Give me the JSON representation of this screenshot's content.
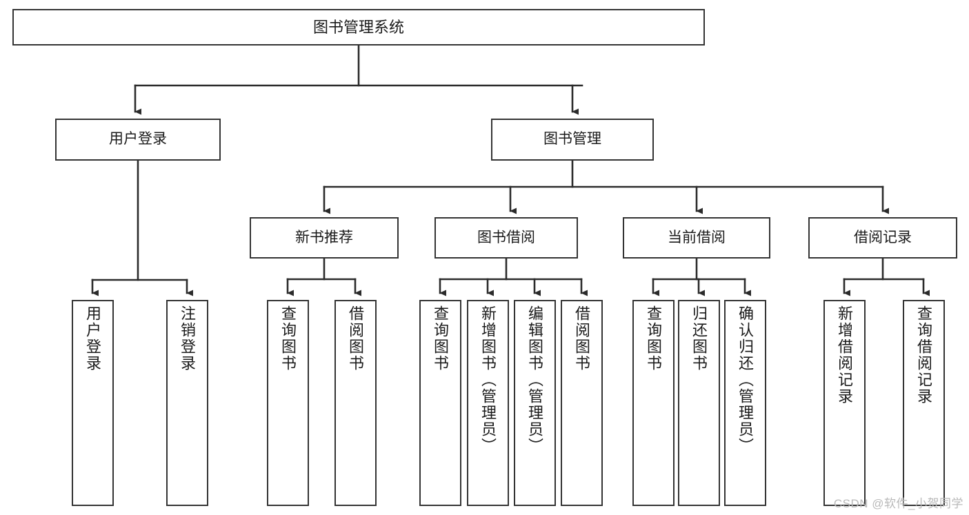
{
  "diagram": {
    "type": "hierarchy-tree",
    "title": "图书管理系统",
    "levels": 4,
    "nodes": {
      "root": {
        "label": "图书管理系统",
        "orientation": "horizontal"
      },
      "user_login": {
        "label": "用户登录",
        "orientation": "horizontal"
      },
      "book_manage": {
        "label": "图书管理",
        "orientation": "horizontal"
      },
      "new_book_rec": {
        "label": "新书推荐",
        "orientation": "horizontal"
      },
      "book_borrow": {
        "label": "图书借阅",
        "orientation": "horizontal"
      },
      "current_borrow": {
        "label": "当前借阅",
        "orientation": "horizontal"
      },
      "borrow_record": {
        "label": "借阅记录",
        "orientation": "horizontal"
      },
      "leaf_user_login": {
        "label": "用户登录",
        "orientation": "vertical"
      },
      "leaf_logout": {
        "label": "注销登录",
        "orientation": "vertical"
      },
      "leaf_query_book_1": {
        "label": "查询图书",
        "orientation": "vertical"
      },
      "leaf_borrow_book_1": {
        "label": "借阅图书",
        "orientation": "vertical"
      },
      "leaf_query_book_2": {
        "label": "查询图书",
        "orientation": "vertical"
      },
      "leaf_add_book": {
        "label": "新增图书（管理员）",
        "orientation": "vertical"
      },
      "leaf_edit_book": {
        "label": "编辑图书（管理员）",
        "orientation": "vertical"
      },
      "leaf_borrow_book_2": {
        "label": "借阅图书",
        "orientation": "vertical"
      },
      "leaf_query_book_3": {
        "label": "查询图书",
        "orientation": "vertical"
      },
      "leaf_return_book": {
        "label": "归还图书",
        "orientation": "vertical"
      },
      "leaf_confirm_return": {
        "label": "确认归还（管理员）",
        "orientation": "vertical"
      },
      "leaf_add_record": {
        "label": "新增借阅记录",
        "orientation": "vertical"
      },
      "leaf_query_record": {
        "label": "查询借阅记录",
        "orientation": "vertical"
      }
    },
    "edges": [
      {
        "from": "root",
        "to": "user_login"
      },
      {
        "from": "root",
        "to": "book_manage"
      },
      {
        "from": "user_login",
        "to": "leaf_user_login"
      },
      {
        "from": "user_login",
        "to": "leaf_logout"
      },
      {
        "from": "book_manage",
        "to": "new_book_rec"
      },
      {
        "from": "book_manage",
        "to": "book_borrow"
      },
      {
        "from": "book_manage",
        "to": "current_borrow"
      },
      {
        "from": "book_manage",
        "to": "borrow_record"
      },
      {
        "from": "new_book_rec",
        "to": "leaf_query_book_1"
      },
      {
        "from": "new_book_rec",
        "to": "leaf_borrow_book_1"
      },
      {
        "from": "book_borrow",
        "to": "leaf_query_book_2"
      },
      {
        "from": "book_borrow",
        "to": "leaf_add_book"
      },
      {
        "from": "book_borrow",
        "to": "leaf_edit_book"
      },
      {
        "from": "book_borrow",
        "to": "leaf_borrow_book_2"
      },
      {
        "from": "current_borrow",
        "to": "leaf_query_book_3"
      },
      {
        "from": "current_borrow",
        "to": "leaf_return_book"
      },
      {
        "from": "current_borrow",
        "to": "leaf_confirm_return"
      },
      {
        "from": "borrow_record",
        "to": "leaf_add_record"
      },
      {
        "from": "borrow_record",
        "to": "leaf_query_record"
      }
    ],
    "colors": {
      "border": "#333333",
      "fill": "#ffffff",
      "connector": "#2b2b2b",
      "text": "#1a1a1a",
      "watermark": "#b9b9b9"
    }
  },
  "watermark": {
    "text": "CSDN @软件_小贺同学"
  }
}
